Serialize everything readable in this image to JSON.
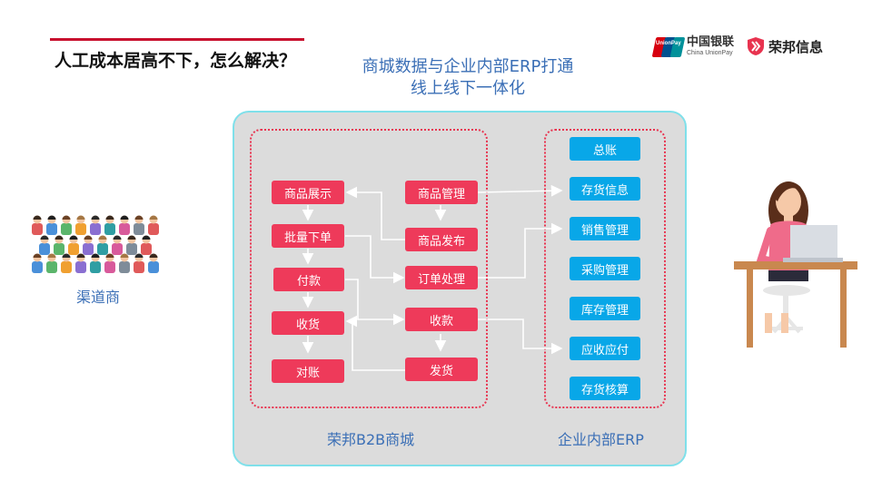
{
  "heading": "人工成本居高不下，怎么解决？",
  "subtitle": [
    "商城数据与企业内部ERP打通",
    "线上线下一体化"
  ],
  "logos": {
    "unionpay_badge": "UnionPay",
    "unionpay_cn": "中国银联",
    "unionpay_en": "China UnionPay",
    "rongbang": "荣邦信息"
  },
  "mall": {
    "label": "荣邦B2B商城",
    "left_nodes": [
      "商品展示",
      "批量下单",
      "付款",
      "收货",
      "对账"
    ],
    "mid_nodes": [
      "商品管理",
      "商品发布",
      "订单处理",
      "收款",
      "发货"
    ]
  },
  "erp": {
    "label": "企业内部ERP",
    "nodes": [
      "总账",
      "存货信息",
      "销售管理",
      "采购管理",
      "库存管理",
      "应收应付",
      "存货核算"
    ]
  },
  "channel_label": "渠道商",
  "colors": {
    "accent_red": "#c8102e",
    "node_red": "#ee3a5a",
    "node_blue": "#08a7e8",
    "text_blue": "#3b6fb6",
    "panel_gray": "#dcdcdc",
    "panel_border": "#7fe0ea"
  }
}
